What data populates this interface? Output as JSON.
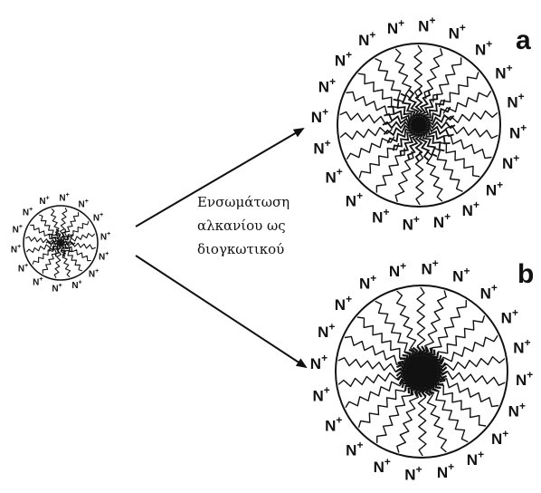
{
  "diagram": {
    "caption": [
      "Ενσωμάτωση",
      "αλκανίου ως",
      "διογκωτικού"
    ],
    "headgroup_label": "N",
    "headgroup_charge": "+",
    "panel_labels": [
      "a",
      "b"
    ],
    "micelles": [
      {
        "name": "initial-micelle",
        "heads": 14,
        "tails": 16,
        "core": "small"
      },
      {
        "name": "swollen-micelle-a",
        "heads": 20,
        "tails": 22,
        "core": "dispersed"
      },
      {
        "name": "swollen-micelle-b",
        "heads": 20,
        "tails": 22,
        "core": "dense"
      }
    ],
    "colors": {
      "line": "#111111",
      "background": "#ffffff"
    }
  }
}
